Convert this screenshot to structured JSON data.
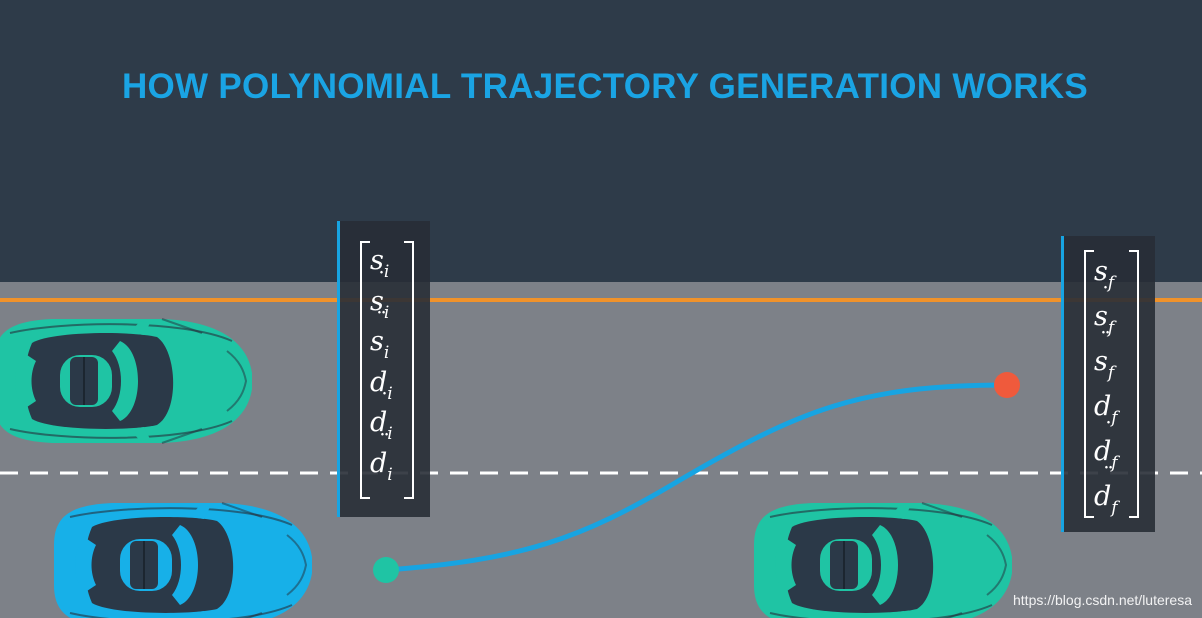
{
  "title": "HOW POLYNOMIAL TRAJECTORY GENERATION WORKS",
  "colors": {
    "sky": "#2e3b49",
    "road": "#7d8188",
    "boundary_line": "#f0922a",
    "lane_divider": "#ffffff",
    "trajectory": "#17a4e2",
    "start_point": "#1fc4a4",
    "end_point": "#ef5a3c",
    "car_teal": "#1fc4a4",
    "car_blue": "#17b0e8"
  },
  "initial_state": {
    "rows": [
      {
        "var": "s",
        "sub": "i",
        "dots": ""
      },
      {
        "var": "s",
        "sub": "i",
        "dots": "˙"
      },
      {
        "var": "s",
        "sub": "i",
        "dots": "¨"
      },
      {
        "var": "d",
        "sub": "i",
        "dots": ""
      },
      {
        "var": "d",
        "sub": "i",
        "dots": "˙"
      },
      {
        "var": "d",
        "sub": "i",
        "dots": "¨"
      }
    ]
  },
  "final_state": {
    "rows": [
      {
        "var": "s",
        "sub": "f",
        "dots": ""
      },
      {
        "var": "s",
        "sub": "f",
        "dots": "˙"
      },
      {
        "var": "s",
        "sub": "f",
        "dots": "¨"
      },
      {
        "var": "d",
        "sub": "f",
        "dots": ""
      },
      {
        "var": "d",
        "sub": "f",
        "dots": "˙"
      },
      {
        "var": "d",
        "sub": "f",
        "dots": "¨"
      }
    ]
  },
  "cars": [
    {
      "name": "car-left-top",
      "color": "teal"
    },
    {
      "name": "car-left-bottom",
      "color": "blue"
    },
    {
      "name": "car-right-bottom",
      "color": "teal"
    }
  ],
  "watermark": "https://blog.csdn.net/luteresa"
}
